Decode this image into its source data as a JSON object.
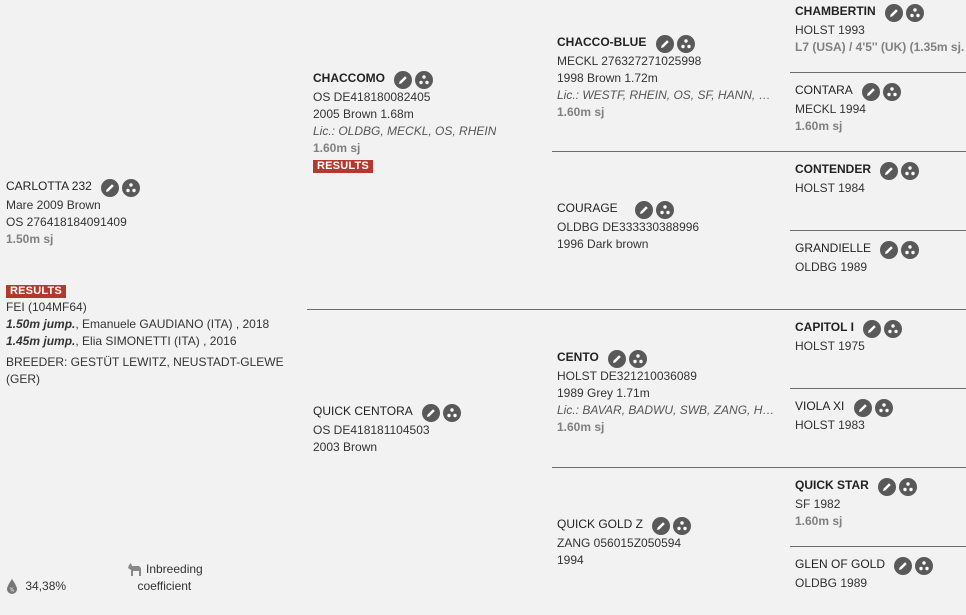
{
  "subject": {
    "name": "CARLOTTA 232",
    "line1": "Mare 2009 Brown",
    "line2": "OS 276418184091409",
    "sj": "1.50m sj",
    "results_label": "RESULTS",
    "fei": "FEI (104MF64)",
    "results": [
      {
        "level": "1.50m jump.",
        "rest": ", Emanuele GAUDIANO (ITA) , 2018"
      },
      {
        "level": "1.45m jump.",
        "rest": ", Elia SIMONETTI (ITA) , 2016"
      }
    ],
    "breeder": "BREEDER: GESTÜT LEWITZ, NEUSTADT-GLEWE (GER)",
    "inbreeding_value": "34,38%",
    "inbreeding_label_1": "Inbreeding",
    "inbreeding_label_2": "coefficient"
  },
  "sire": {
    "name": "CHACCOMO",
    "reg": "OS DE418180082405",
    "desc": "2005 Brown 1.68m",
    "lic": "Lic.: OLDBG, MECKL, OS, RHEIN",
    "sj": "1.60m sj",
    "results_label": "RESULTS"
  },
  "dam": {
    "name": "QUICK CENTORA",
    "reg": "OS DE418181104503",
    "desc": "2003 Brown"
  },
  "gp": [
    {
      "name": "CHACCO-BLUE",
      "reg": "MECKL 276327271025998",
      "desc": "1998 Brown 1.72m",
      "lic": "Lic.: WESTF, RHEIN, OS, SF, HANN, OL...",
      "sj": "1.60m sj"
    },
    {
      "name": "COURAGE",
      "reg": "OLDBG DE333330388996",
      "desc": "1996 Dark brown"
    },
    {
      "name": "CENTO",
      "reg": "HOLST DE321210036089",
      "desc": "1989 Grey 1.71m",
      "lic": "Lic.: BAVAR, BADWU, SWB, ZANG, HO...",
      "sj": "1.60m sj"
    },
    {
      "name": "QUICK GOLD Z",
      "reg": "ZANG 056015Z050594",
      "desc": "1994"
    }
  ],
  "ggp": [
    {
      "name": "CHAMBERTIN",
      "reg": "HOLST 1993",
      "extra": "L7 (USA) / 4'5'' (UK) (1.35m sj."
    },
    {
      "name": "CONTARA",
      "reg": "MECKL 1994",
      "sj": "1.60m sj"
    },
    {
      "name": "CONTENDER",
      "reg": "HOLST 1984"
    },
    {
      "name": "GRANDIELLE",
      "reg": "OLDBG 1989"
    },
    {
      "name": "CAPITOL I",
      "reg": "HOLST 1975"
    },
    {
      "name": "VIOLA XI",
      "reg": "HOLST 1983"
    },
    {
      "name": "QUICK STAR",
      "reg": "SF 1982",
      "sj": "1.60m sj"
    },
    {
      "name": "GLEN OF GOLD",
      "reg": "OLDBG 1989"
    }
  ]
}
